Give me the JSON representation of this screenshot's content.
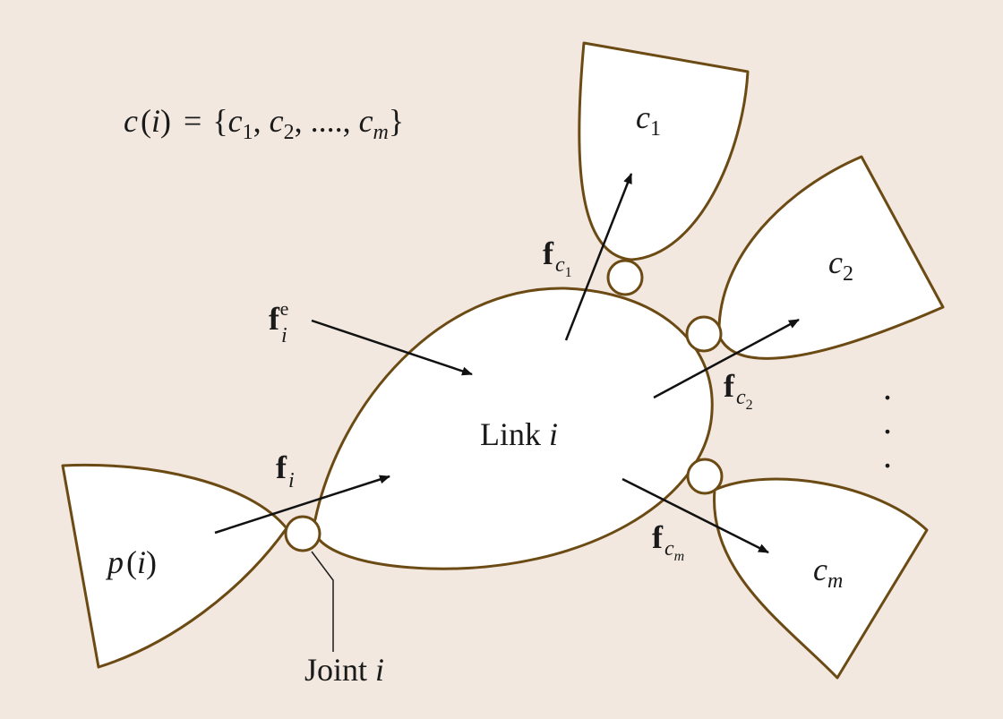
{
  "formula": {
    "lhs_func": "c",
    "lhs_arg": "i",
    "eq": "=",
    "open": "{",
    "c": "c",
    "s1": "1",
    "s2": "2",
    "sm": "m",
    "dots": "....",
    "close": "}"
  },
  "link_label": {
    "word": "Link",
    "index": "i"
  },
  "parent_label": {
    "func": "p",
    "arg": "i"
  },
  "joint_label": {
    "word": "Joint",
    "index": "i"
  },
  "children": {
    "c1": {
      "base": "c",
      "sub": "1"
    },
    "c2": {
      "base": "c",
      "sub": "2"
    },
    "cm": {
      "base": "c",
      "sub": "m"
    }
  },
  "forces": {
    "fe": {
      "base": "f",
      "sub": "i",
      "sup": "e"
    },
    "fi": {
      "base": "f",
      "sub": "i"
    },
    "fc1": {
      "base": "f",
      "sub": "c",
      "subsub": "1"
    },
    "fc2": {
      "base": "f",
      "sub": "c",
      "subsub": "2"
    },
    "fcm": {
      "base": "f",
      "sub": "c",
      "subsub": "m"
    }
  },
  "ellipsis": {
    "dot": "."
  },
  "colors": {
    "background": "#f2e8df",
    "outline": "#6b4a14",
    "fill": "#ffffff",
    "arrow": "#111111"
  }
}
